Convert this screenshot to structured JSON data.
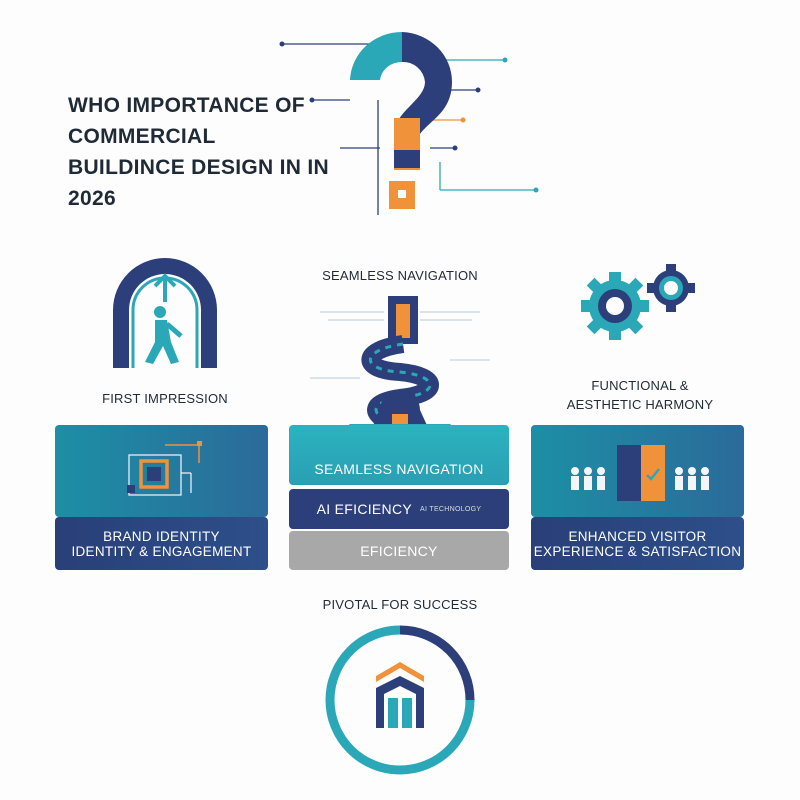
{
  "title": {
    "line1": "WHO IMPORTANCE OF",
    "line2": "COMMERCIAL",
    "line3": "BUILDINCE DESIGN IN IN",
    "line4": "2026"
  },
  "sections": {
    "first_impression": "FIRST IMPRESSION",
    "seamless_navigation_top": "SEAMLESS NAVIGATION",
    "functional_line1": "FUNCTIONAL &",
    "functional_line2": "AESTHETIC HARMONY"
  },
  "cards": {
    "left_bottom_line1": "BRAND IDENTITY",
    "left_bottom_line2": "IDENTITY & ENGAGEMENT",
    "middle_band1": "SEAMLESS NAVIGATION",
    "middle_band2": "AI EFICIENCY",
    "middle_band2_small": "AI TECHNOLOGY",
    "middle_band3": "EFICIENCY",
    "right_bottom_line1": "ENHANCED VISITOR",
    "right_bottom_line2": "EXPERIENCE & SATISFACTION"
  },
  "footer": {
    "pivotal": "PIVOTAL FOR SUCCESS"
  },
  "colors": {
    "teal": "#2aa8b8",
    "navy": "#2c3f7a",
    "orange": "#f0923a",
    "gray": "#a8a8a8"
  },
  "icons": [
    "question-mark-icon",
    "arch-walker-icon",
    "winding-path-icon",
    "gears-icon",
    "square-frame-icon",
    "people-door-icon",
    "building-ring-icon"
  ]
}
